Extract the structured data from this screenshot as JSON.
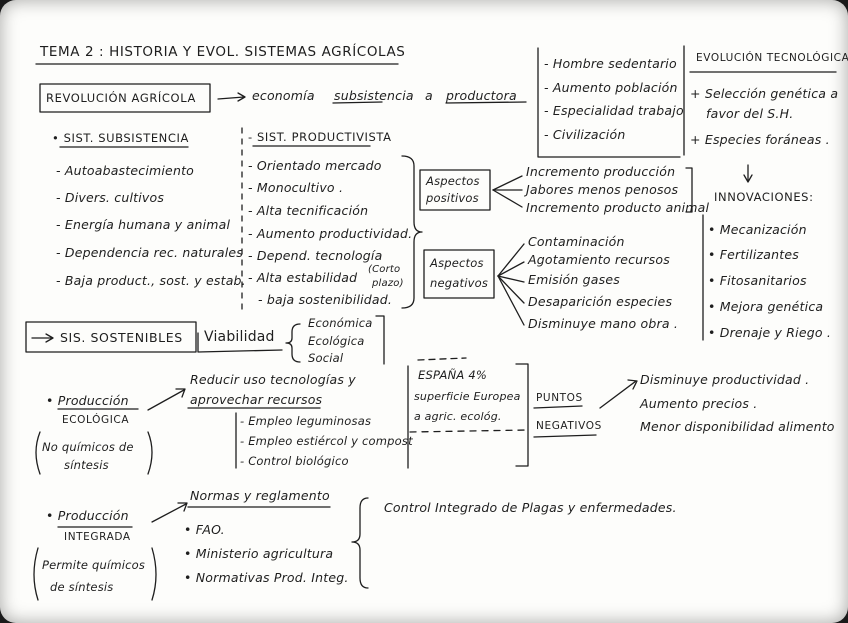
{
  "title": "TEMA 2 : HISTORIA Y EVOL. SISTEMAS AGRÍCOLAS",
  "revolucion": {
    "label": "REVOLUCIÓN AGRÍCOLA",
    "economia_prefix": "economía",
    "economia_subsistencia": "subsistencia",
    "economia_a": "a",
    "economia_productora": "productora"
  },
  "consecuencias": [
    "- Hombre sedentario",
    "- Aumento población",
    "- Especialidad trabajo",
    "- Civilización"
  ],
  "evolucion_tecnologica": {
    "label": "EVOLUCIÓN TECNOLÓGICA",
    "line1": "+ Selección genética a",
    "line1b": "favor del S.H.",
    "line2": "+ Especies foráneas .",
    "innovaciones_label": "INNOVACIONES:",
    "innovaciones": [
      "• Mecanización",
      "• Fertilizantes",
      "• Fitosanitarios",
      "• Mejora genética",
      "• Drenaje y Riego ."
    ]
  },
  "subsistencia": {
    "label": "• SIST. SUBSISTENCIA",
    "items": [
      "- Autoabastecimiento",
      "- Divers. cultivos",
      "- Energía humana y animal",
      "- Dependencia rec. naturales",
      "- Baja product., sost. y estab."
    ]
  },
  "productivista": {
    "label": "- SIST. PRODUCTIVISTA",
    "items": [
      "- Orientado mercado",
      "- Monocultivo .",
      "- Alta tecnificación",
      "- Aumento productividad.",
      "- Depend. tecnología",
      "- Alta estabilidad",
      "- baja sostenibilidad."
    ],
    "plazo_1": "(Corto",
    "plazo_2": "plazo)"
  },
  "aspectos_positivos": {
    "label_1": "Aspectos",
    "label_2": "positivos",
    "items": [
      "Incremento producción",
      "Jabores menos penosos",
      "Incremento producto animal"
    ]
  },
  "aspectos_negativos": {
    "label_1": "Aspectos",
    "label_2": "negativos",
    "items": [
      "Contaminación",
      "Agotamiento recursos",
      "Emisión gases",
      "Desaparición especies",
      "Disminuye mano obra ."
    ]
  },
  "sostenibles": {
    "label": "SIS. SOSTENIBLES",
    "viabilidad": "Viabilidad",
    "tipos": [
      "Económica",
      "Ecológica",
      "Social"
    ]
  },
  "ecologica": {
    "label_1": "• Producción",
    "label_2": "ECOLÓGICA",
    "note_1": "No químicos de",
    "note_2": "síntesis",
    "reducir_1": "Reducir uso tecnologías y",
    "reducir_2": "aprovechar recursos",
    "items": [
      "- Empleo leguminosas",
      "- Empleo estiércol y compost",
      "- Control biológico"
    ]
  },
  "espana": {
    "line1": "ESPAÑA 4%",
    "line2": "superficie Europea",
    "line3": "a agric. ecológ."
  },
  "puntos_negativos": {
    "label_1": "PUNTOS",
    "label_2": "NEGATIVOS",
    "items": [
      "Disminuye productividad .",
      "Aumento precios .",
      "Menor disponibilidad alimento"
    ]
  },
  "integrada": {
    "label_1": "• Producción",
    "label_2": "INTEGRADA",
    "note_1": "Permite químicos",
    "note_2": "de síntesis",
    "normas_label": "Normas y reglamento",
    "normas": [
      "• FAO.",
      "• Ministerio agricultura",
      "• Normativas Prod. Integ."
    ],
    "control": "Control Integrado de Plagas y enfermedades."
  }
}
